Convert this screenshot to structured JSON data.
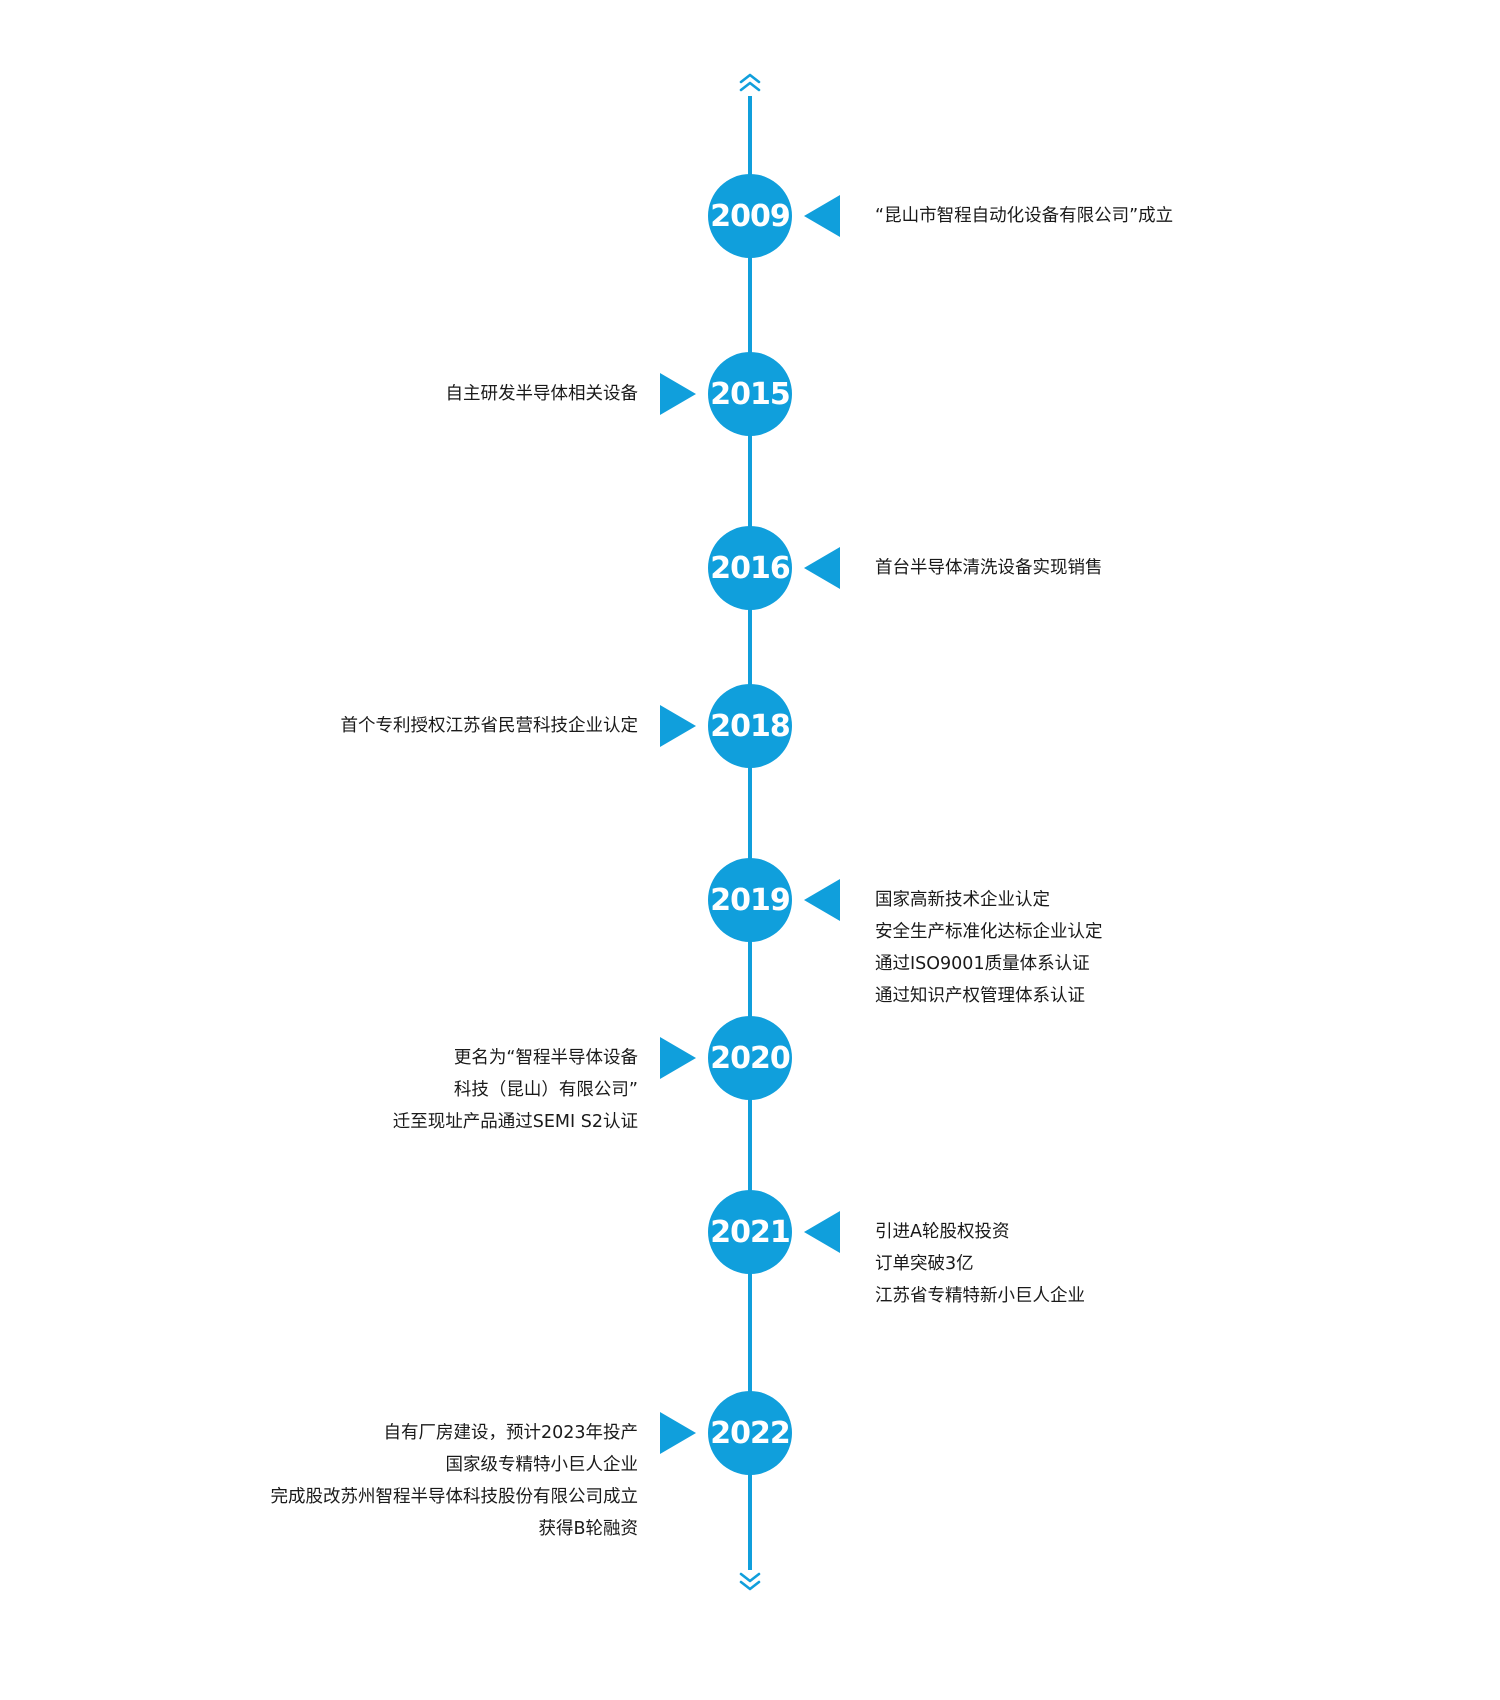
{
  "colors": {
    "accent": "#109fdc",
    "text": "#1a1a1a"
  },
  "icons": {
    "top": "chevron-double-up-icon",
    "bottom": "chevron-double-down-icon"
  },
  "milestones": [
    {
      "year": "2009",
      "side": "right",
      "lines": [
        "“昆山市智程自动化设备有限公司”成立"
      ]
    },
    {
      "year": "2015",
      "side": "left",
      "lines": [
        "自主研发半导体相关设备"
      ]
    },
    {
      "year": "2016",
      "side": "right",
      "lines": [
        "首台半导体清洗设备实现销售"
      ]
    },
    {
      "year": "2018",
      "side": "left",
      "lines": [
        "首个专利授权江苏省民营科技企业认定"
      ]
    },
    {
      "year": "2019",
      "side": "right",
      "lines": [
        "国家高新技术企业认定",
        "安全生产标准化达标企业认定",
        "通过ISO9001质量体系认证",
        "通过知识产权管理体系认证"
      ]
    },
    {
      "year": "2020",
      "side": "left",
      "lines": [
        "更名为“智程半导体设备",
        "科技（昆山）有限公司”",
        "迁至现址产品通过SEMI S2认证"
      ]
    },
    {
      "year": "2021",
      "side": "right",
      "lines": [
        "引进A轮股权投资",
        "订单突破3亿",
        "江苏省专精特新小巨人企业"
      ]
    },
    {
      "year": "2022",
      "side": "left",
      "lines": [
        "自有厂房建设，预计2023年投产",
        "国家级专精特小巨人企业",
        "完成股改苏州智程半导体科技股份有限公司成立",
        "获得B轮融资"
      ]
    }
  ]
}
